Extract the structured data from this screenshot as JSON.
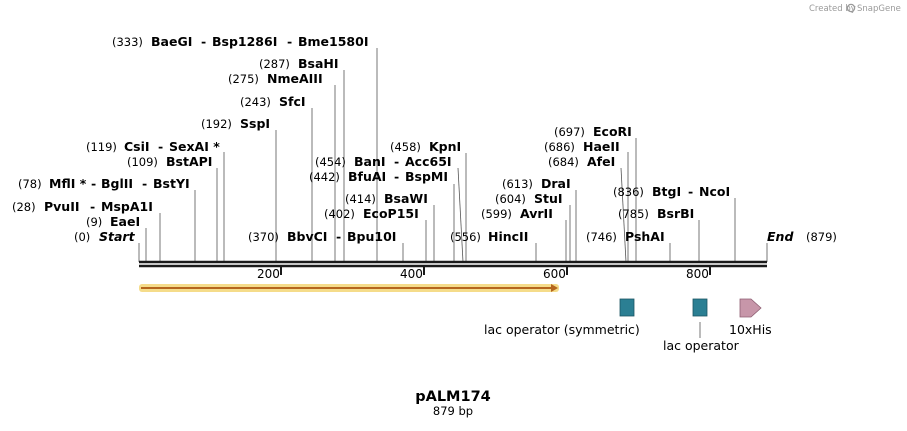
{
  "branding": {
    "credit_text": "Created by",
    "product_name": "SnapGene"
  },
  "map": {
    "title": "pALM174",
    "length_label": "879 bp",
    "total_bp": 879,
    "start_label": "Start",
    "start_pos": "(0)",
    "end_label": "End",
    "end_pos": "(879)",
    "ticks": [
      "200",
      "400",
      "600",
      "800"
    ],
    "tick_values": [
      200,
      400,
      600,
      800
    ]
  },
  "sites": [
    {
      "pos": "(333)",
      "names": [
        "BaeGI",
        "Bsp1286I",
        "Bme1580I"
      ],
      "cut_bp": 333
    },
    {
      "pos": "(287)",
      "names": [
        "BsaHI"
      ],
      "cut_bp": 287
    },
    {
      "pos": "(275)",
      "names": [
        "NmeAIII"
      ],
      "cut_bp": 275
    },
    {
      "pos": "(243)",
      "names": [
        "SfcI"
      ],
      "cut_bp": 243
    },
    {
      "pos": "(192)",
      "names": [
        "SspI"
      ],
      "cut_bp": 192
    },
    {
      "pos": "(119)",
      "names": [
        "CsiI",
        "SexAI *"
      ],
      "cut_bp": 119
    },
    {
      "pos": "(109)",
      "names": [
        "BstAPI"
      ],
      "cut_bp": 109
    },
    {
      "pos": "(78)",
      "names": [
        "MflI *",
        "BglII",
        "BstYI"
      ],
      "cut_bp": 78
    },
    {
      "pos": "(28)",
      "names": [
        "PvuII",
        "MspA1I"
      ],
      "cut_bp": 28
    },
    {
      "pos": "(9)",
      "names": [
        "EaeI"
      ],
      "cut_bp": 9
    },
    {
      "pos": "(458)",
      "names": [
        "KpnI"
      ],
      "cut_bp": 458
    },
    {
      "pos": "(454)",
      "names": [
        "BanI",
        "Acc65I"
      ],
      "cut_bp": 454
    },
    {
      "pos": "(442)",
      "names": [
        "BfuAI",
        "BspMI"
      ],
      "cut_bp": 442
    },
    {
      "pos": "(414)",
      "names": [
        "BsaWI"
      ],
      "cut_bp": 414
    },
    {
      "pos": "(402)",
      "names": [
        "EcoP15I"
      ],
      "cut_bp": 402
    },
    {
      "pos": "(370)",
      "names": [
        "BbvCI",
        "Bpu10I"
      ],
      "cut_bp": 370
    },
    {
      "pos": "(556)",
      "names": [
        "HincII"
      ],
      "cut_bp": 556
    },
    {
      "pos": "(697)",
      "names": [
        "EcoRI"
      ],
      "cut_bp": 697
    },
    {
      "pos": "(686)",
      "names": [
        "HaeII"
      ],
      "cut_bp": 686
    },
    {
      "pos": "(684)",
      "names": [
        "AfeI"
      ],
      "cut_bp": 684
    },
    {
      "pos": "(613)",
      "names": [
        "DraI"
      ],
      "cut_bp": 613
    },
    {
      "pos": "(604)",
      "names": [
        "StuI"
      ],
      "cut_bp": 604
    },
    {
      "pos": "(599)",
      "names": [
        "AvrII"
      ],
      "cut_bp": 599
    },
    {
      "pos": "(836)",
      "names": [
        "BtgI",
        "NcoI"
      ],
      "cut_bp": 836
    },
    {
      "pos": "(785)",
      "names": [
        "BsrBI"
      ],
      "cut_bp": 785
    },
    {
      "pos": "(746)",
      "names": [
        "PshAI"
      ],
      "cut_bp": 746
    }
  ],
  "features": [
    {
      "name": "lac operator (symmetric)",
      "kind": "protein_bind",
      "color": "#2b7f93"
    },
    {
      "name": "lac operator",
      "kind": "protein_bind",
      "color": "#2b7f93"
    },
    {
      "name": "10xHis",
      "kind": "tag",
      "color": "#c796a9"
    }
  ],
  "colors": {
    "backbone": "#1a1a1a",
    "orf_arrow": "#b5651d",
    "orf_glow": "#f5dc8a"
  }
}
